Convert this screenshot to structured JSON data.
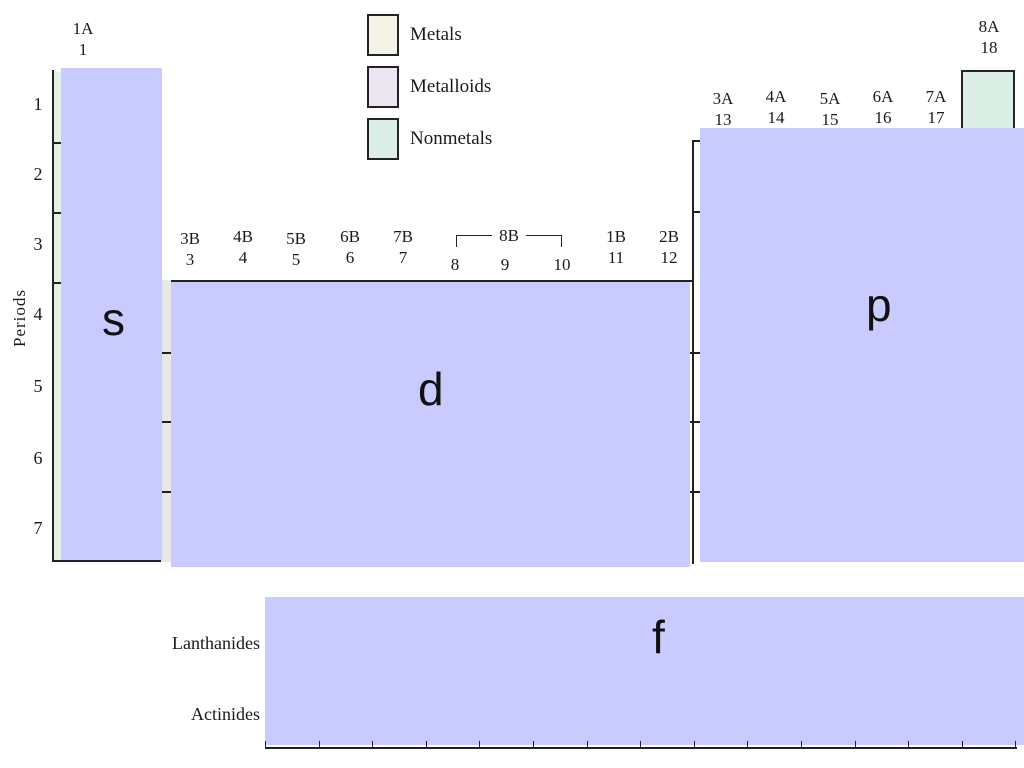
{
  "legend": {
    "metals": {
      "label": "Metals",
      "color": "#f5f3e6"
    },
    "metalloids": {
      "label": "Metalloids",
      "color": "#ebe6f2"
    },
    "nonmetals": {
      "label": "Nonmetals",
      "color": "#dcefe6"
    }
  },
  "periods_label": "Periods",
  "periods": [
    "1",
    "2",
    "3",
    "4",
    "5",
    "6",
    "7"
  ],
  "groups": {
    "g1": {
      "a": "1A",
      "n": "1"
    },
    "g18": {
      "a": "8A",
      "n": "18"
    },
    "g13": {
      "a": "3A",
      "n": "13"
    },
    "g14": {
      "a": "4A",
      "n": "14"
    },
    "g15": {
      "a": "5A",
      "n": "15"
    },
    "g16": {
      "a": "6A",
      "n": "16"
    },
    "g17": {
      "a": "7A",
      "n": "17"
    },
    "g3": {
      "a": "3B",
      "n": "3"
    },
    "g4": {
      "a": "4B",
      "n": "4"
    },
    "g5": {
      "a": "5B",
      "n": "5"
    },
    "g6": {
      "a": "6B",
      "n": "6"
    },
    "g7": {
      "a": "7B",
      "n": "7"
    },
    "g8": {
      "n": "8"
    },
    "g9": {
      "n": "9"
    },
    "g10": {
      "n": "10"
    },
    "g11": {
      "a": "1B",
      "n": "11"
    },
    "g12": {
      "a": "2B",
      "n": "12"
    },
    "g8b": "8B"
  },
  "blocks": {
    "s": "s",
    "d": "d",
    "p": "p",
    "f": "f",
    "color": "#c9caff"
  },
  "rows": {
    "lanthanides": "Lanthanides",
    "actinides": "Actinides"
  }
}
